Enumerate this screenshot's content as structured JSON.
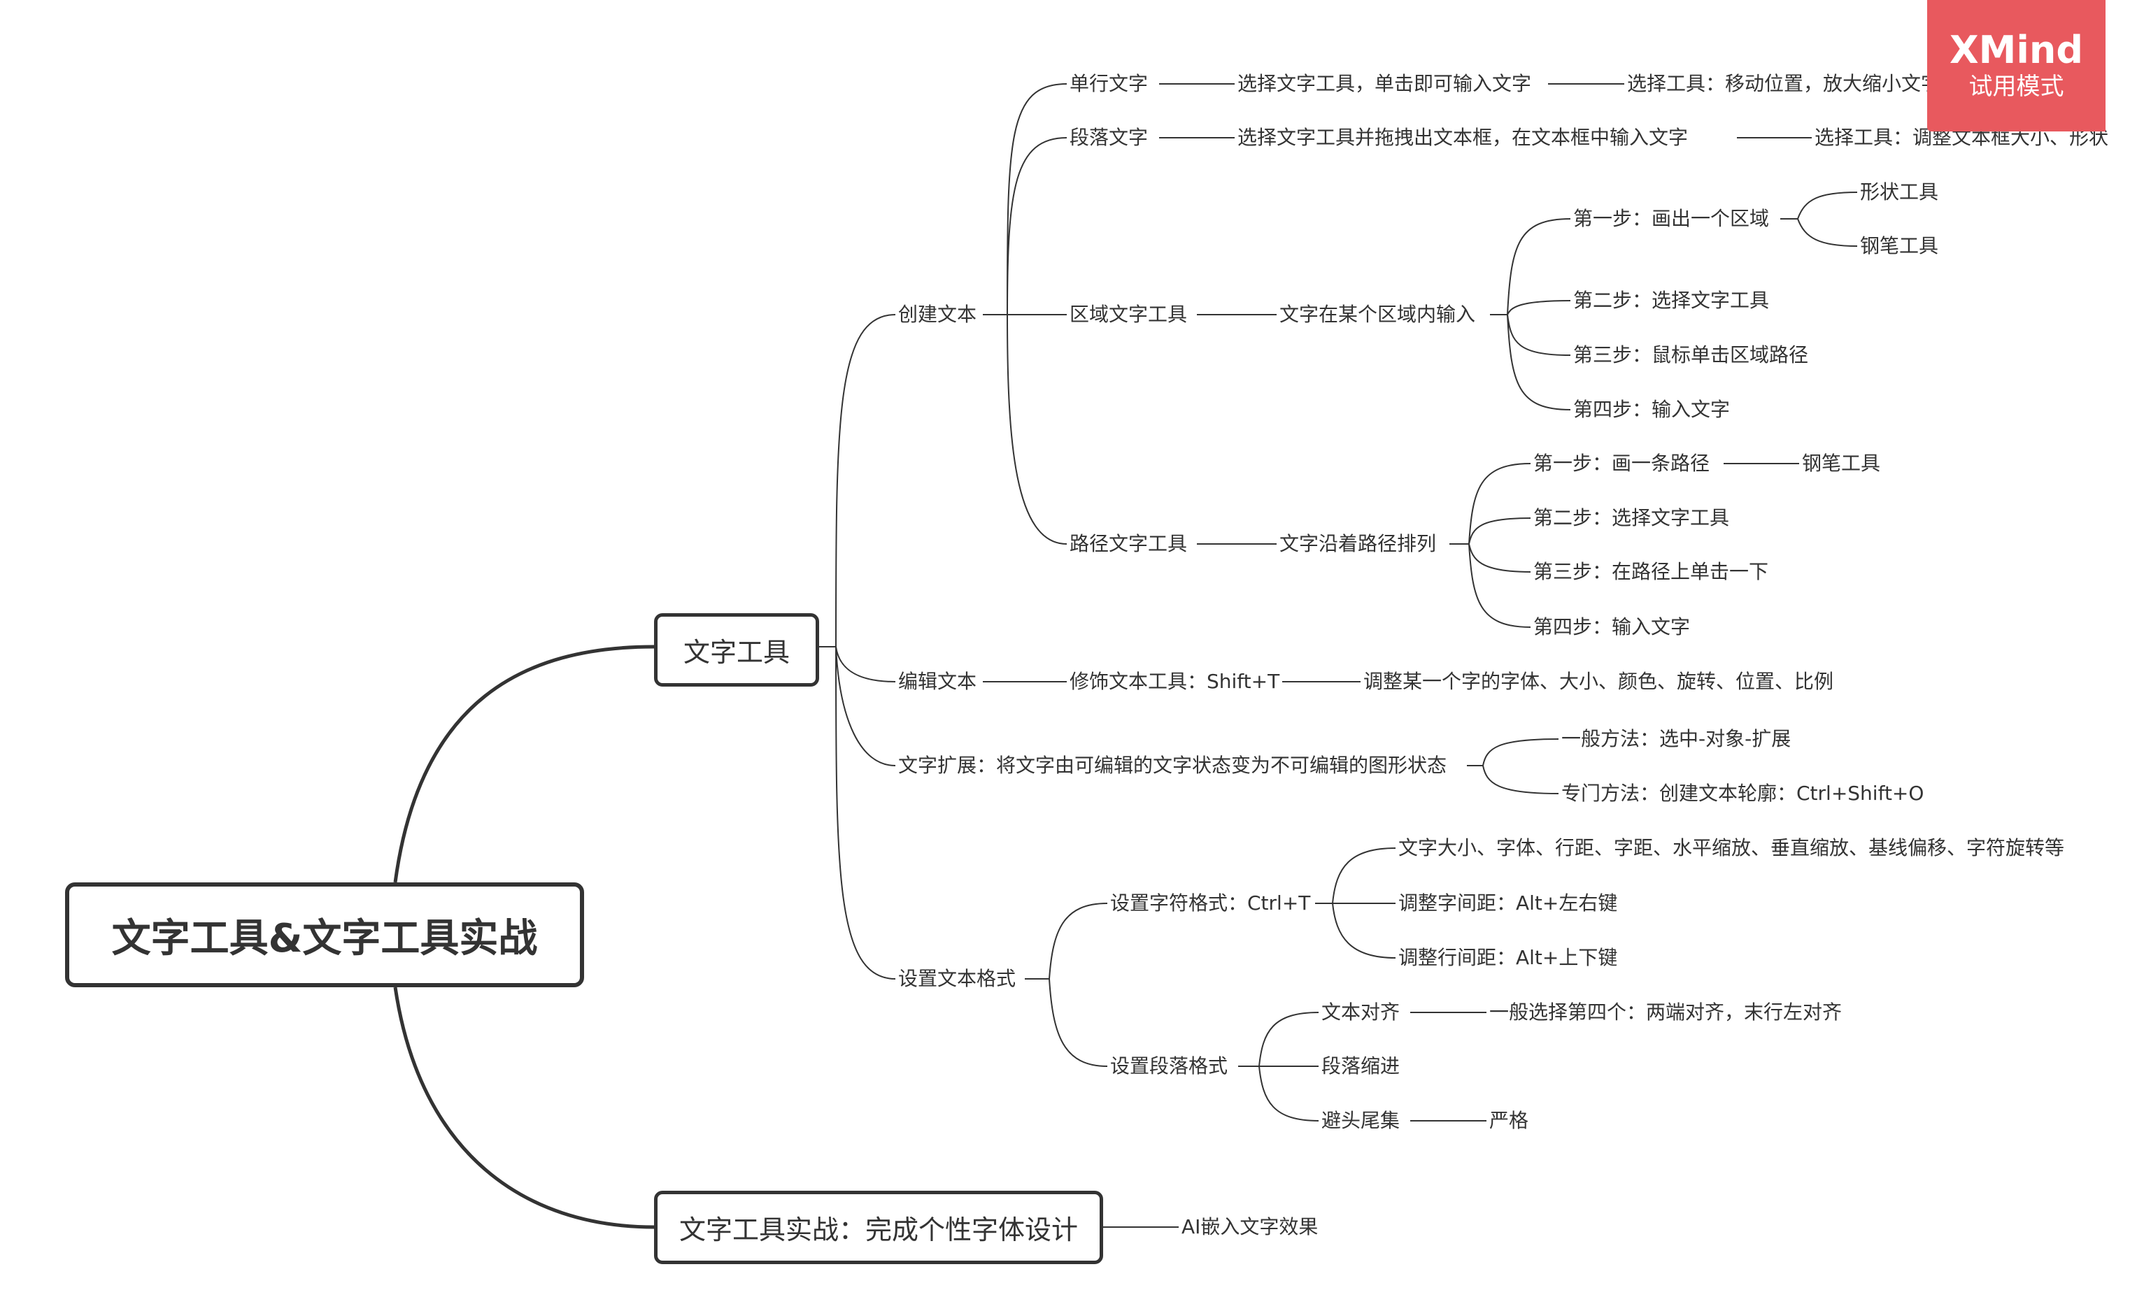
{
  "mindmap": {
    "root": "文字工具&文字工具实战",
    "branch_text_tool": "文字工具",
    "branch_practice": "文字工具实战：完成个性字体设计",
    "create_text": "创建文本",
    "single_line": "单行文字",
    "single_line_desc": "选择文字工具，单击即可输入文字",
    "single_line_tip": "选择工具：移动位置，放大缩小文字",
    "paragraph": "段落文字",
    "paragraph_desc": "选择文字工具并拖拽出文本框，在文本框中输入文字",
    "paragraph_tip": "选择工具：调整文本框大小、形状",
    "area_tool": "区域文字工具",
    "area_desc": "文字在某个区域内输入",
    "area_step1": "第一步：画出一个区域",
    "shape_tool": "形状工具",
    "pen_tool": "钢笔工具",
    "area_step2": "第二步：选择文字工具",
    "area_step3": "第三步：鼠标单击区域路径",
    "area_step4": "第四步：输入文字",
    "path_tool": "路径文字工具",
    "path_desc": "文字沿着路径排列",
    "path_step1": "第一步：画一条路径",
    "path_pen": "钢笔工具",
    "path_step2": "第二步：选择文字工具",
    "path_step3": "第三步：在路径上单击一下",
    "path_step4": "第四步：输入文字",
    "edit_text": "编辑文本",
    "touch_tool": "修饰文本工具：Shift+T",
    "touch_desc": "调整某一个字的字体、大小、颜色、旋转、位置、比例",
    "expand": "文字扩展：将文字由可编辑的文字状态变为不可编辑的图形状态",
    "expand_general": "一般方法：选中-对象-扩展",
    "expand_special": "专门方法：创建文本轮廓：Ctrl+Shift+O",
    "format": "设置文本格式",
    "char_format": "设置字符格式：Ctrl+T",
    "char_items": "文字大小、字体、行距、字距、水平缩放、垂直缩放、基线偏移、字符旋转等",
    "char_spacing": "调整字间距：Alt+左右键",
    "line_spacing": "调整行间距：Alt+上下键",
    "para_format": "设置段落格式",
    "align": "文本对齐",
    "align_desc": "一般选择第四个：两端对齐，末行左对齐",
    "indent": "段落缩进",
    "kinsoku": "避头尾集",
    "strict": "严格",
    "ai_effect": "AI嵌入文字效果"
  },
  "watermark": {
    "title": "XMind",
    "subtitle": "试用模式"
  },
  "colors": {
    "line": "#333333",
    "text": "#333333",
    "watermark_bg": "#e8595e"
  }
}
